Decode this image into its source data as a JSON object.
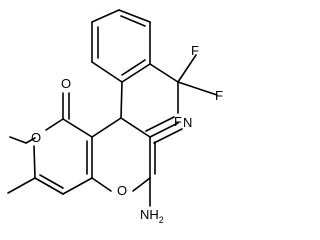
{
  "molecule": {
    "atoms": {
      "o_carbonyl": "O",
      "o_lactone": "O",
      "o_pyran": "O",
      "nitrile_n": "N",
      "amino": "NH",
      "amino_sub": "2",
      "fluorine_top_left": "F",
      "fluorine_top_right": "F",
      "fluorine_bottom": "F"
    }
  }
}
